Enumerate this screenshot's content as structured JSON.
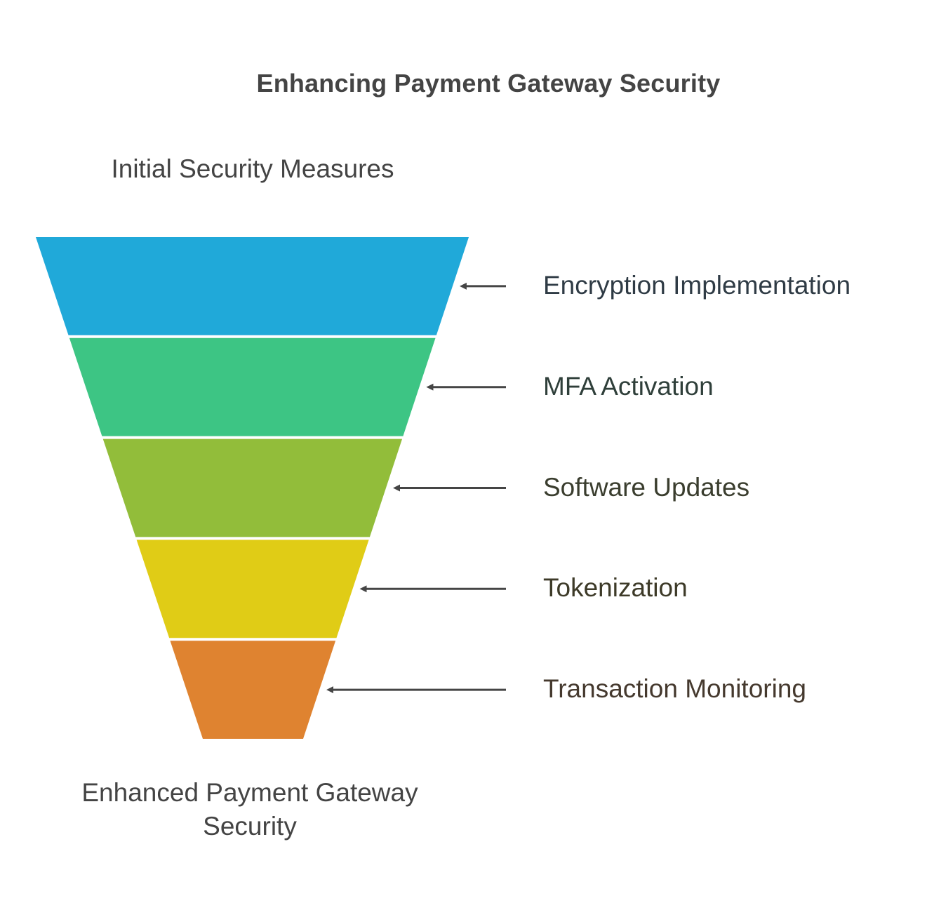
{
  "title": "Enhancing Payment Gateway Security",
  "top_label": "Initial Security Measures",
  "bottom_label": [
    "Enhanced Payment Gateway",
    "Security"
  ],
  "stages": [
    {
      "label": "Encryption Implementation",
      "color": "#20A9D9",
      "label_color": "#2F3B45"
    },
    {
      "label": "MFA Activation",
      "color": "#3DC584",
      "label_color": "#2F3F3A"
    },
    {
      "label": "Software Updates",
      "color": "#92BD3A",
      "label_color": "#3A3D2E"
    },
    {
      "label": "Tokenization",
      "color": "#E0CC16",
      "label_color": "#3D3A28"
    },
    {
      "label": "Transaction Monitoring",
      "color": "#DF8330",
      "label_color": "#45392E"
    }
  ],
  "arrow_color": "#454545"
}
